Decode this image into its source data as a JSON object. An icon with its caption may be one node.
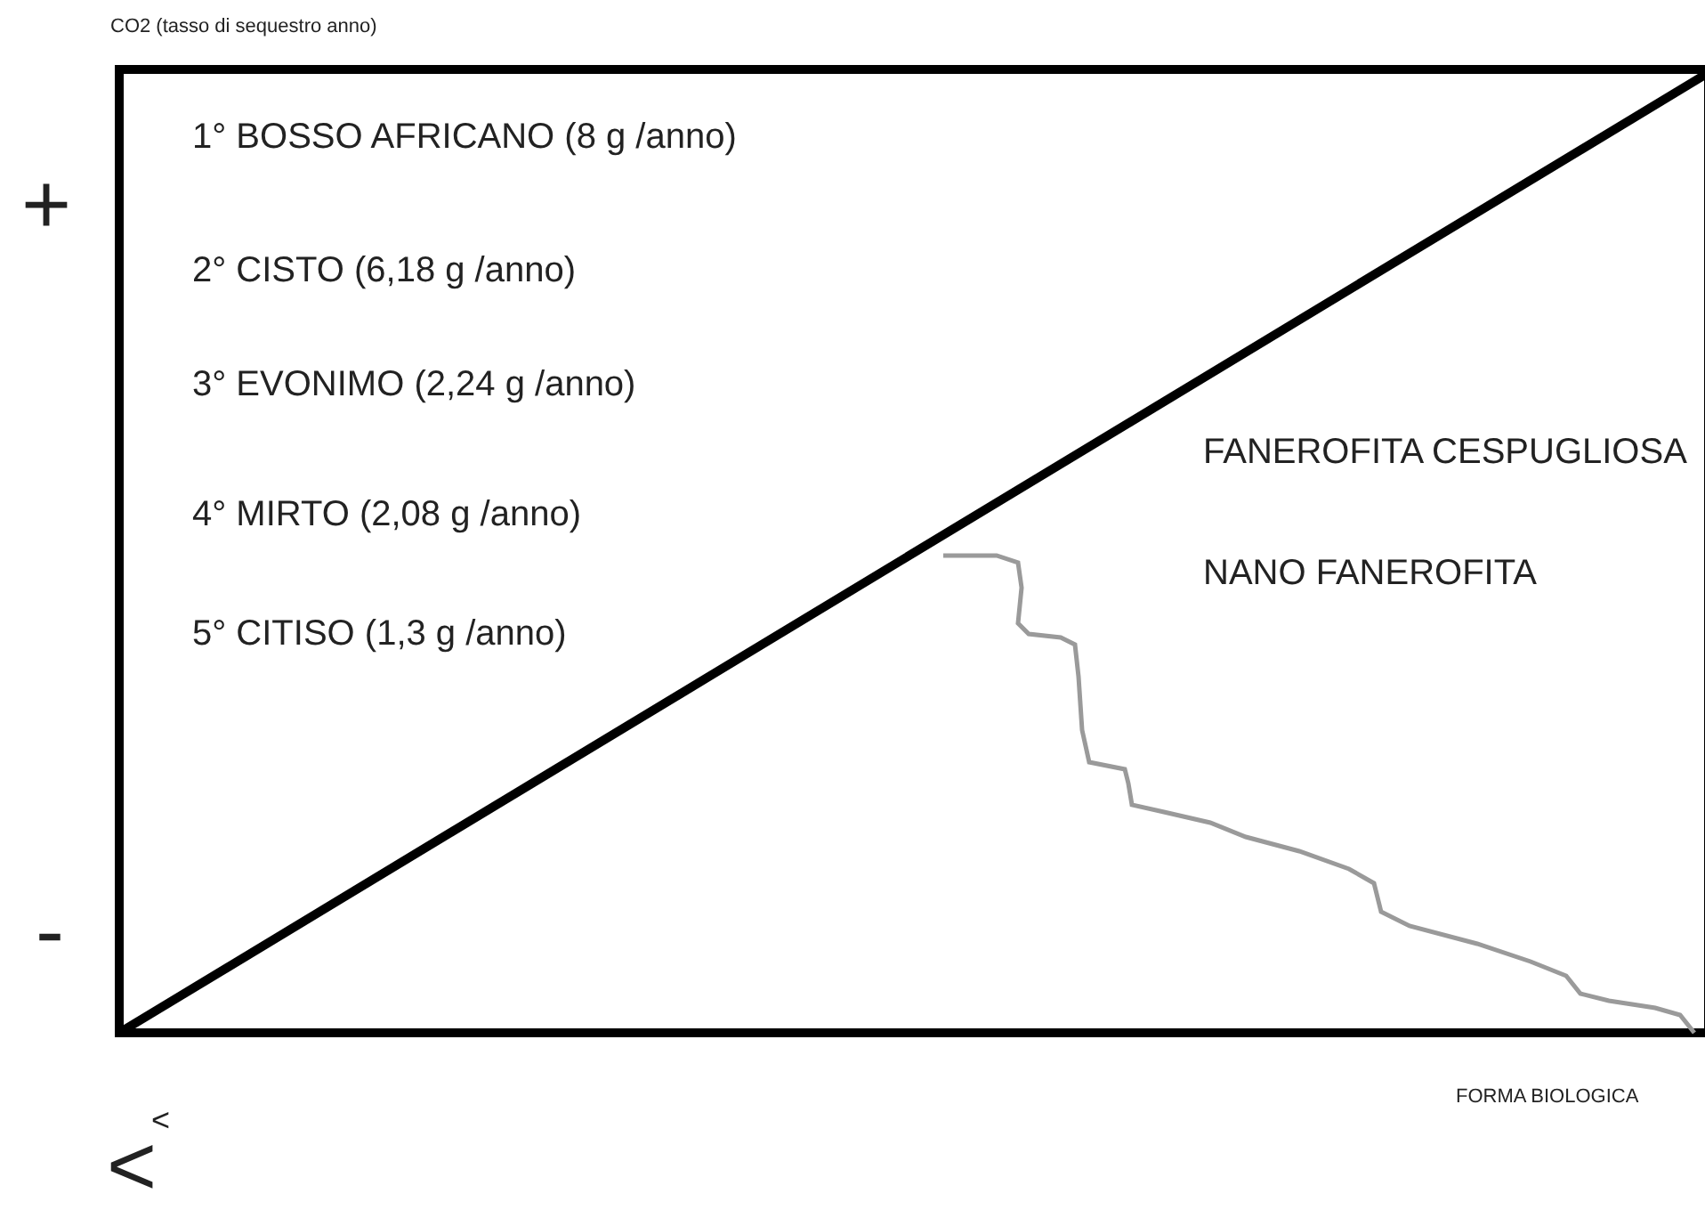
{
  "diagram": {
    "labels": [
      "CO2 (tasso di sequestro anno)",
      "+",
      "1° BOSSO AFRICANO (8 g /anno)",
      "2° CISTO (6,18 g /anno)",
      "3° EVONIMO (2,24 g /anno)",
      "FANEROFITA CESPUGLIOSA",
      "4° MIRTO (2,08 g /anno)",
      "NANO FANEROFITA",
      "5° CITISO (1,3 g /anno)",
      "-",
      "FORMA BIOLOGICA",
      "<",
      "<"
    ]
  }
}
